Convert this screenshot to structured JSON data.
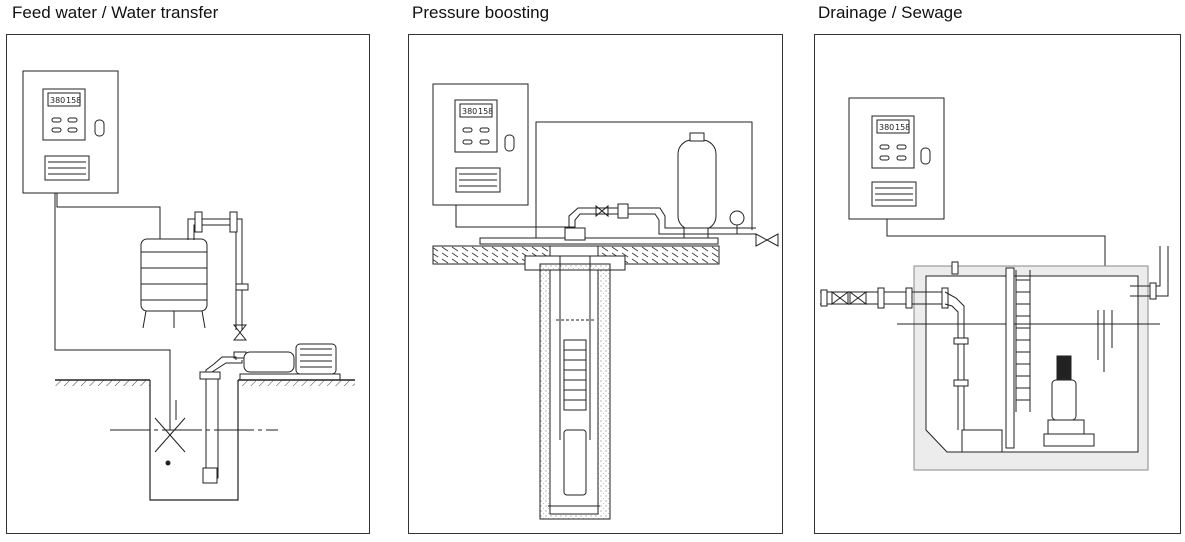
{
  "panels": [
    {
      "title": "Feed water / Water transfer"
    },
    {
      "title": "Pressure boosting"
    },
    {
      "title": "Drainage / Sewage"
    }
  ],
  "controller": {
    "display_left": "380",
    "display_right": "158"
  },
  "colors": {
    "line": "#222222",
    "water": "#222222",
    "wall_fill": "#f2f2f2"
  }
}
